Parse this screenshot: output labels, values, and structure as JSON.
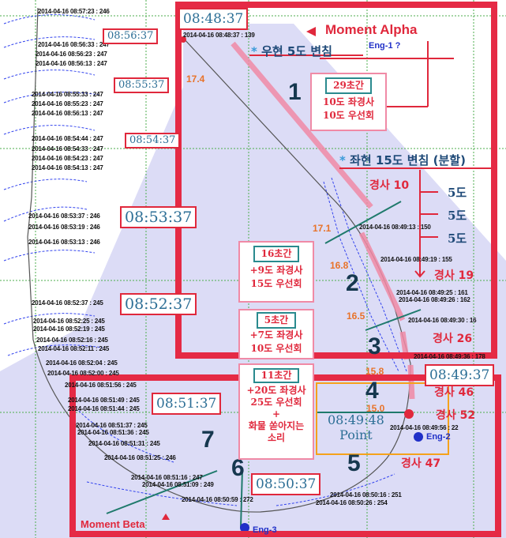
{
  "markers": {
    "moment_alpha": "Moment Alpha",
    "moment_beta": "Moment Beta",
    "eng1": "Eng-1 ?",
    "eng2": "Eng-2",
    "eng3": "Eng-3"
  },
  "headings": {
    "turn1": "우현 5도 변침",
    "turn2": "좌현 15도 변침 (분할)"
  },
  "time_boxes": [
    "08:56:37",
    "08:55:37",
    "08:54:37",
    "08:53:37",
    "08:52:37",
    "08:51:37",
    "08:50:37",
    "08:49:37",
    "08:48:37"
  ],
  "point": {
    "time": "08:49:48",
    "label": "Point"
  },
  "phases": [
    "1",
    "2",
    "3",
    "4",
    "5",
    "6",
    "7"
  ],
  "notes": {
    "n1": {
      "head": "29초간",
      "l1": "10도 좌경사",
      "l2": "10도 우선회"
    },
    "n2": {
      "head": "16초간",
      "l1": "+9도 좌경사",
      "l2": "15도 우선회"
    },
    "n3": {
      "head": "5초간",
      "l1": "+7도 좌경사",
      "l2": "10도 우선회"
    },
    "n4": {
      "head": "11초간",
      "l1": "+20도 좌경사",
      "l2": "25도 우선회",
      "l3": "+",
      "l4": "화물 쏟아지는",
      "l5": "소리"
    }
  },
  "heel": [
    "경사 10",
    "경사 19",
    "경사 26",
    "경사 46",
    "경사 52",
    "경사 47"
  ],
  "heel_steps": [
    "5도",
    "5도",
    "5도"
  ],
  "speeds": [
    "17.4",
    "17.1",
    "16.8",
    "16.5",
    "15.8",
    "15.0"
  ],
  "track_labels": {
    "left": [
      "2014-04-16 08:57:23 : 246",
      "2014-04-16 08:56:33 : 247",
      "2014-04-16 08:56:23 : 247",
      "2014-04-16 08:56:13 : 247",
      "2014-04-16 08:55:33 : 247",
      "2014-04-16 08:55:23 : 247",
      "2014-04-16 08:56:13 : 247",
      "2014-04-16 08:54:44 : 247",
      "2014-04-16 08:54:33 : 247",
      "2014-04-16 08:54:23 : 247",
      "2014-04-16 08:54:13 : 247",
      "2014-04-16 08:53:37 : 246",
      "2014-04-16 08:53:19 : 246",
      "2014-04-16 08:53:13 : 246",
      "2014-04-16 08:52:37 : 245",
      "2014-04-16 08:52:25 : 245",
      "2014-04-16 08:52:19 : 245",
      "2014-04-16 08:52:16 : 245",
      "2014-04-16 08:52:11 : 245",
      "2014-04-16 08:52:04 : 245",
      "2014-04-16 08:52:00 : 245",
      "2014-04-16 08:51:56 : 245",
      "2014-04-16 08:51:49 : 245",
      "2014-04-16 08:51:44 : 245",
      "2014-04-16 08:51:37 : 245",
      "2014-04-16 08:51:36 : 245",
      "2014-04-16 08:51:31 : 245",
      "2014-04-16 08:51:25 : 246",
      "2014-04-16 08:51:16 : 247",
      "2014-04-16 08:51:09 : 249",
      "2014-04-16 08:50:59 : 272"
    ],
    "right": [
      "2014-04-16 08:48:37 : 139",
      "2014-04-16 08:49:13 : 150",
      "2014-04-16 08:49:19 : 155",
      "2014-04-16 08:49:25 : 161",
      "2014-04-16 08:49:26 : 162",
      "2014-04-16 08:49:30 : 16",
      "2014-04-16 08:49:36 : 178",
      "2014-04-16 08:49:56 : 22",
      "2014-04-16 08:50:16 : 251",
      "2014-04-16 08:50:26 : 254"
    ]
  }
}
